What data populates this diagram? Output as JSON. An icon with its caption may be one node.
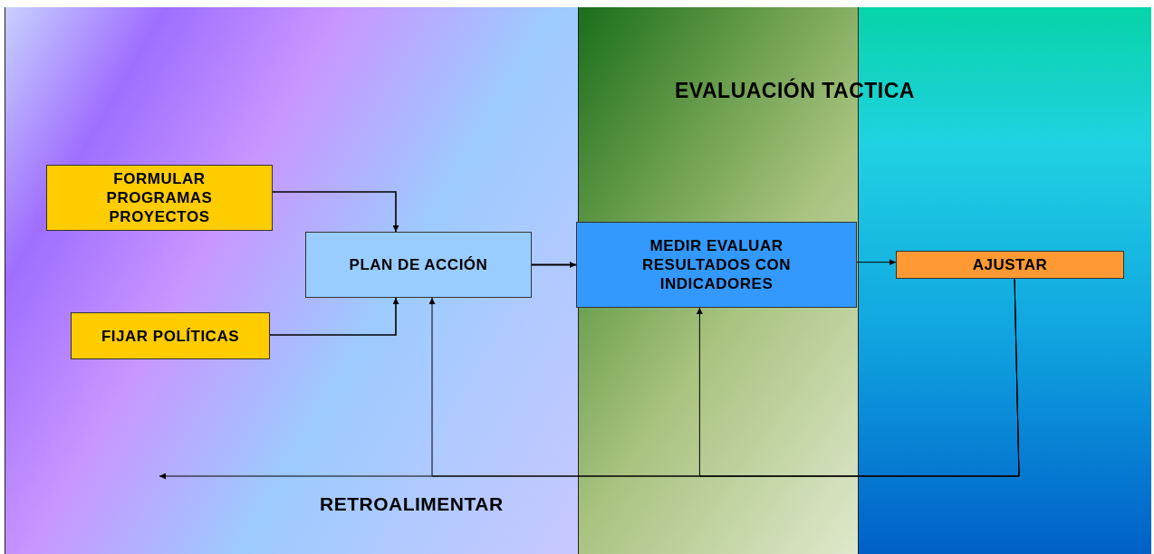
{
  "diagram": {
    "title": "EVALUACIÓN TACTICA",
    "nodes": [
      {
        "text": [
          "FORMULAR PROGRAMAS PROYECTOS"
        ]
      },
      {
        "text": [
          "PLAN DE ACCIÓN"
        ]
      },
      {
        "text": [
          "FIJAR POLÍTICAS"
        ]
      },
      {
        "text": [
          "MEDIR EVALUAR RESULTADOS CON INDICADORES"
        ]
      },
      {
        "text": [
          "AJUSTAR"
        ]
      }
    ],
    "edges": [
      {
        "from": 0,
        "to": 1,
        "arrow": "to"
      },
      {
        "from": 2,
        "to": 1,
        "arrow": "to"
      },
      {
        "from": 1,
        "to": 3,
        "arrow": "to"
      },
      {
        "from": 3,
        "to": 4,
        "arrow": "to"
      },
      {
        "from": 4,
        "to": 3,
        "arrow": "to"
      },
      {
        "from": 4,
        "to": 1,
        "arrow": "to"
      },
      {
        "from": 4,
        "to": null,
        "arrow": "to"
      }
    ],
    "labels": [
      "RETROALIMENTAR"
    ]
  }
}
